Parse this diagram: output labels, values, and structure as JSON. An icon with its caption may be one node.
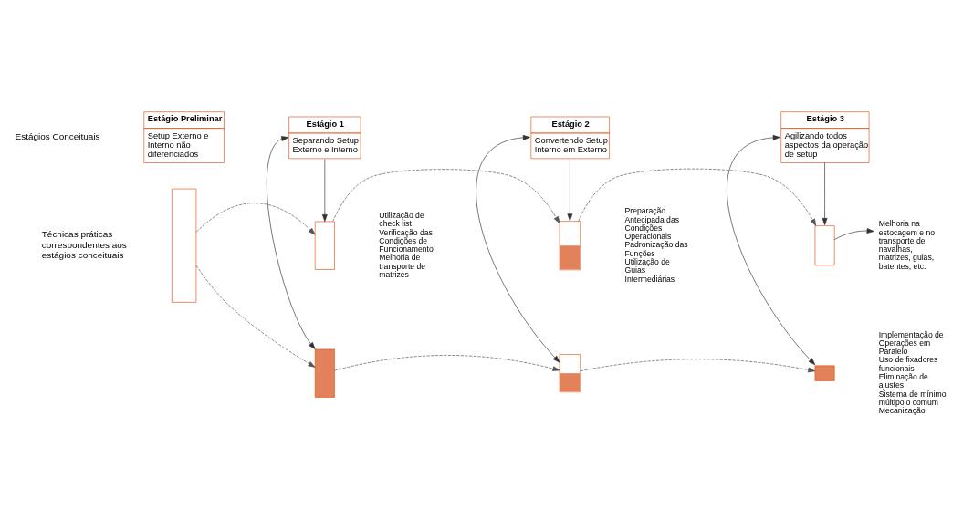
{
  "diagram": {
    "nodes": [
      {
        "text": [
          "Estágio Preliminar",
          "Setup Externo e Interno não diferenciados"
        ]
      },
      {
        "text": [
          "Estágio 1",
          "Separando Setup Externo e Interno"
        ]
      },
      {
        "text": [
          "Estágio 2",
          "Convertendo Setup Interno em Externo"
        ]
      },
      {
        "text": [
          "Estágio 3",
          "Agilizando todos aspectos da operação de setup"
        ]
      },
      {
        "text": [
          "Utilização de check list",
          "Verificação das Condições de Funcionamento",
          "Melhoria de transporte de matrizes"
        ]
      },
      {
        "text": [
          "Preparação Antecipada das Condições Operacionais",
          "Padronização das Funções",
          "Utilização de Guias Intermediárias"
        ]
      },
      {
        "text": [
          "Melhoria na estocagem e no transporte de navalhas, matrizes, guias, batentes, etc."
        ]
      },
      {
        "text": [],
        "shape": "bar"
      },
      {
        "text": [],
        "shape": "bar"
      },
      {
        "text": [],
        "shape": "bar"
      },
      {
        "text": [],
        "shape": "bar"
      },
      {
        "text": [],
        "shape": "bar"
      },
      {
        "text": [],
        "shape": "bar"
      },
      {
        "text": [],
        "shape": "bar"
      },
      {
        "text": [
          "Implementação de Operações em Paralelo",
          "Uso de fixadores funcionais",
          "Eliminação de ajustes",
          "Sistema de mínimo múltipolo comum",
          "Mecanização"
        ]
      }
    ],
    "edges": [
      {
        "from": 1,
        "to": 8,
        "arrow": "to"
      },
      {
        "from": 2,
        "to": 9,
        "arrow": "to"
      },
      {
        "from": 3,
        "to": 10,
        "arrow": "to"
      },
      {
        "from": 1,
        "to": 11,
        "arrow": "both"
      },
      {
        "from": 2,
        "to": 12,
        "arrow": "both"
      },
      {
        "from": 3,
        "to": 13,
        "arrow": "both"
      },
      {
        "from": 7,
        "to": 8,
        "arrow": "to",
        "style": "dashed"
      },
      {
        "from": 8,
        "to": 9,
        "arrow": "to",
        "style": "dashed"
      },
      {
        "from": 9,
        "to": 10,
        "arrow": "to",
        "style": "dashed"
      },
      {
        "from": 7,
        "to": 11,
        "arrow": "to",
        "style": "dashed"
      },
      {
        "from": 11,
        "to": 12,
        "arrow": "to",
        "style": "dashed"
      },
      {
        "from": 12,
        "to": 13,
        "arrow": "to",
        "style": "dashed"
      },
      {
        "from": 10,
        "to": 6,
        "arrow": "to"
      }
    ],
    "labels": [
      "Estágios Conceituais",
      "Técnicas práticas correspondentes aos estágios conceituais"
    ]
  }
}
